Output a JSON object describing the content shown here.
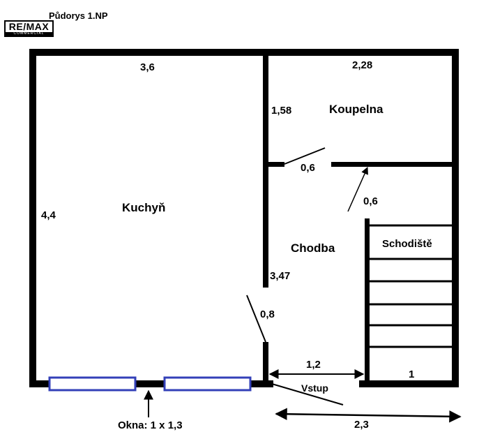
{
  "title": "Půdorys 1.NP",
  "logo": {
    "brand": "RE/MAX",
    "sub": "COMMERCIAL"
  },
  "rooms": {
    "kitchen": "Kuchyň",
    "bathroom": "Koupelna",
    "hall": "Chodba",
    "stairs": "Schodiště",
    "entrance": "Vstup"
  },
  "dimensions": {
    "kitchen_width": "3,6",
    "kitchen_depth": "4,4",
    "bathroom_width": "2,28",
    "bathroom_depth": "1,58",
    "bathroom_door": "0,6",
    "hall_door": "0,6",
    "hall_length": "3,47",
    "kitchen_door": "0,8",
    "entrance_width": "1,2",
    "stairs_bottom": "1",
    "overall_entrance": "2,3"
  },
  "windows_note": "Okna: 1 x 1,3",
  "colors": {
    "wall": "#000000",
    "window": "#3340b8"
  }
}
